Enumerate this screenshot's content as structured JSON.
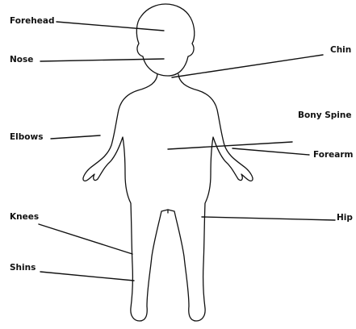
{
  "labels": {
    "forehead": "Forehead",
    "nose": "Nose",
    "chin": "Chin",
    "bony_spine": "Bony Spine",
    "elbows": "Elbows",
    "forearm": "Forearm",
    "hip": "Hip",
    "knees": "Knees",
    "shins": "Shins"
  },
  "colors": {
    "ink": "#111111",
    "background": "#ffffff"
  }
}
